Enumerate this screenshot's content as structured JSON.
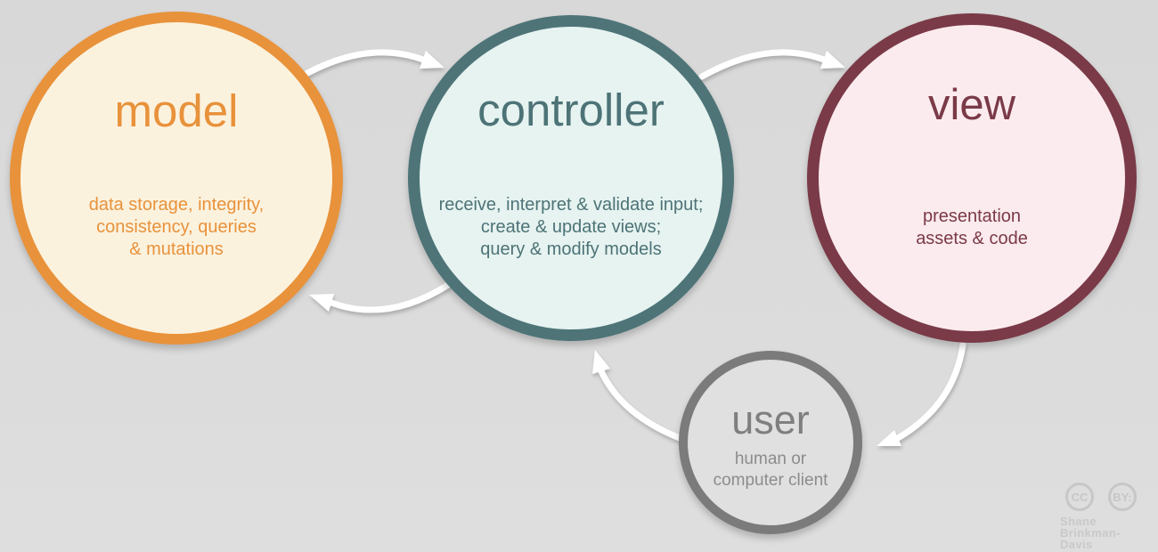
{
  "nodes": {
    "model": {
      "title": "model",
      "lines": [
        "data storage, integrity,",
        "consistency, queries",
        "& mutations"
      ],
      "border_color": "#E8923B",
      "fill_color": "#FBF2DE",
      "text_color": "#E8923B"
    },
    "controller": {
      "title": "controller",
      "lines": [
        "receive, interpret & validate input;",
        "create & update views;",
        "query & modify models"
      ],
      "border_color": "#4E7478",
      "fill_color": "#E6F3F0",
      "text_color": "#4D7377"
    },
    "view": {
      "title": "view",
      "lines": [
        "presentation",
        "assets & code"
      ],
      "border_color": "#7A3A47",
      "fill_color": "#FBEBEE",
      "text_color": "#7A3A47"
    },
    "user": {
      "title": "user",
      "lines": [
        "human or",
        "computer client"
      ],
      "border_color": "#7B7B7B",
      "fill_color": "#E0E0E0",
      "text_color": "#7F7F7F"
    }
  },
  "arrows": [
    {
      "name": "model-to-controller"
    },
    {
      "name": "controller-to-view"
    },
    {
      "name": "controller-to-model"
    },
    {
      "name": "user-to-controller"
    },
    {
      "name": "view-to-user"
    }
  ],
  "arrow_color": "#FFFFFF",
  "background_color": "#DBDBDB",
  "attribution": {
    "cc_badge": "CC",
    "by_badge": "BY:",
    "name_line1": "Shane",
    "name_line2": "Brinkman-Davis"
  }
}
